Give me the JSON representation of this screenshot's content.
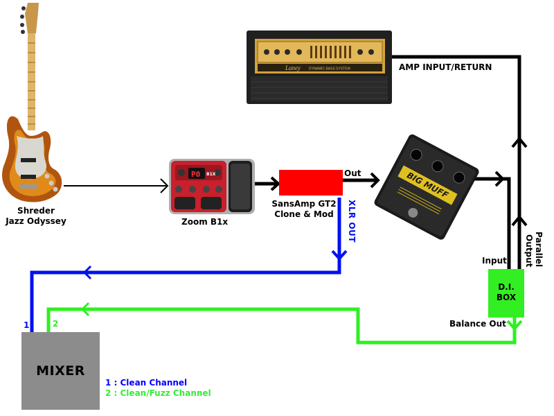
{
  "devices": {
    "amp": {
      "label": "AMP INPUT/RETURN",
      "brand": "Laney",
      "model_text": "DYNAMIC BASS SYSTEM"
    },
    "bass": {
      "line1": "Shreder",
      "line2": "Jazz Odyssey"
    },
    "zoom": {
      "label": "Zoom B1x",
      "screen": "P0",
      "badge": "B1X"
    },
    "sansamp": {
      "line1": "SansAmp GT2",
      "line2": "Clone & Mod",
      "out_label": "Out",
      "xlr_label": "XLR OUT"
    },
    "fuzz": {
      "name": "BIG MUFF"
    },
    "di": {
      "line1": "D.I.",
      "line2": "BOX",
      "input_label": "Input",
      "parallel_line1": "Parallel",
      "parallel_line2": "Output",
      "balance_label": "Balance Out"
    },
    "mixer": {
      "label": "MIXER",
      "ch1": "1",
      "ch2": "2"
    }
  },
  "legend": [
    {
      "text": "1 : Clean Channel",
      "color": "#0000ff"
    },
    {
      "text": "2 : Clean/Fuzz Channel",
      "color": "#33ee33"
    }
  ],
  "colors": {
    "clean_line": "#0010f0",
    "fuzz_line": "#2ef020",
    "signal_line": "#000000",
    "sansamp": "#ff0000",
    "di_box": "#33ee22",
    "mixer": "#8c8c8c"
  }
}
